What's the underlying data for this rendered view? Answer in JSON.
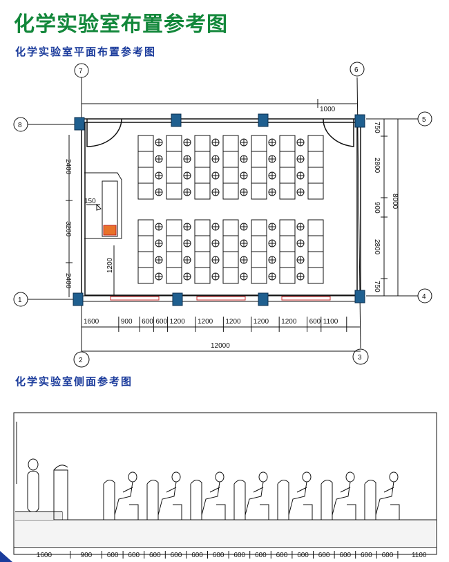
{
  "title": "化学实验室布置参考图",
  "plan": {
    "subtitle": "化学实验室平面布置参考图",
    "axes": [
      "7",
      "6",
      "8",
      "5",
      "1",
      "4",
      "2",
      "3"
    ],
    "top_dim": "1000",
    "left_dims": [
      "2400",
      "3200",
      "2400"
    ],
    "inner_dims": [
      "150",
      "1200"
    ],
    "right_dims": [
      "750",
      "2800",
      "900",
      "2800",
      "750"
    ],
    "right_total": "8000",
    "bottom_dims": [
      "1600",
      "900",
      "600",
      "600",
      "1200",
      "1200",
      "1200",
      "1200",
      "1200",
      "600",
      "1100"
    ],
    "bottom_total": "12000"
  },
  "side": {
    "subtitle": "化学实验室侧面参考图",
    "bottom_dims": [
      "1600",
      "900",
      "600",
      "600",
      "600",
      "600",
      "600",
      "600",
      "600",
      "600",
      "600",
      "600",
      "600",
      "600",
      "600",
      "600",
      "1100"
    ]
  },
  "colors": {
    "title": "#12873a",
    "subtitle": "#1c3c9c",
    "column": "#1f5f8f",
    "window": "#d03030"
  }
}
